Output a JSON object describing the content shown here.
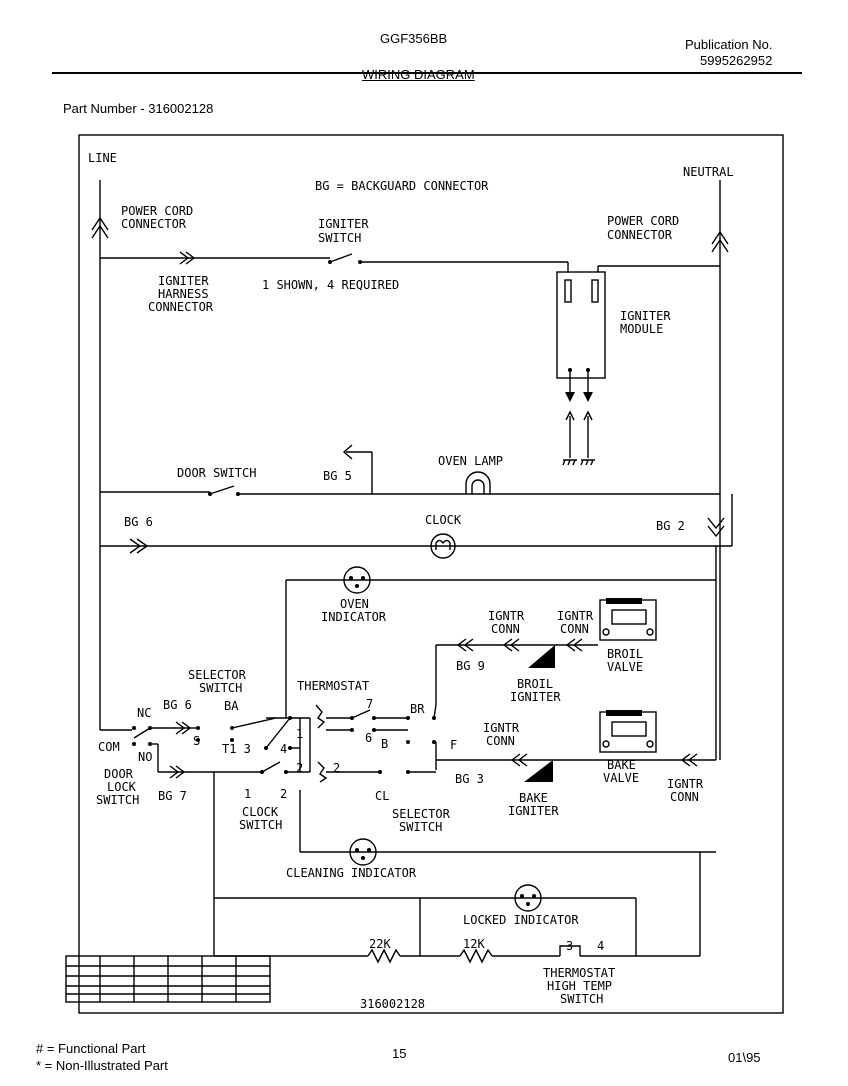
{
  "header": {
    "model": "GGF356BB",
    "publication_label": "Publication No.",
    "publication_number": "5995262952",
    "title": "WIRING DIAGRAM",
    "part_number": "Part Number - 316002128"
  },
  "diagram": {
    "line": "LINE",
    "neutral": "NEUTRAL",
    "bg_note": "BG = BACKGUARD CONNECTOR",
    "power_cord_connector_left": [
      "POWER CORD",
      "CONNECTOR"
    ],
    "power_cord_connector_right": [
      "POWER CORD",
      "CONNECTOR"
    ],
    "igniter_switch": [
      "IGNITER",
      "SWITCH"
    ],
    "igniter_harness_connector": [
      "IGNITER",
      "HARNESS",
      "CONNECTOR"
    ],
    "shown_required": "1 SHOWN, 4 REQUIRED",
    "igniter_module": [
      "IGNITER",
      "MODULE"
    ],
    "door_switch": "DOOR SWITCH",
    "bg5": "BG 5",
    "oven_lamp": "OVEN LAMP",
    "bg6_top": "BG 6",
    "clock": "CLOCK",
    "bg2": "BG 2",
    "oven_indicator": [
      "OVEN",
      "INDICATOR"
    ],
    "igntr_conn_a": [
      "IGNTR",
      "CONN"
    ],
    "igntr_conn_b": [
      "IGNTR",
      "CONN"
    ],
    "bg9": "BG 9",
    "broil_igniter": [
      "BROIL",
      "IGNITER"
    ],
    "broil_valve": [
      "BROIL",
      "VALVE"
    ],
    "selector_switch_top": [
      "SELECTOR",
      "SWITCH"
    ],
    "thermostat": "THERMOSTAT",
    "nc": "NC",
    "bg6_mid": "BG 6",
    "ba": "BA",
    "br": "BR",
    "num_7": "7",
    "num_6": "6",
    "letter_b": "B",
    "com": "COM",
    "letter_s": "S",
    "t13": "T1 3",
    "num_4": "4",
    "num_1a": "1",
    "num_2a": "2",
    "num_2b": "2",
    "no": "NO",
    "f": "F",
    "igntr_conn_c": [
      "IGNTR",
      "CONN"
    ],
    "bg3": "BG 3",
    "bake_valve": [
      "BAKE",
      "VALVE"
    ],
    "igntr_conn_d": [
      "IGNTR",
      "CONN"
    ],
    "door_lock_switch": [
      "DOOR",
      "LOCK",
      "SWITCH"
    ],
    "bg7": "BG 7",
    "clock_switch_nums": [
      "1",
      "2"
    ],
    "clock_switch": [
      "CLOCK",
      "SWITCH"
    ],
    "cl": "CL",
    "selector_switch_bottom": [
      "SELECTOR",
      "SWITCH"
    ],
    "bake_igniter": [
      "BAKE",
      "IGNITER"
    ],
    "cleaning_indicator": "CLEANING INDICATOR",
    "locked_indicator": "LOCKED INDICATOR",
    "r22k": "22K",
    "r12k": "12K",
    "hts_nums": [
      "3",
      "4"
    ],
    "thermostat_high_temp": [
      "THERMOSTAT",
      "HIGH TEMP",
      "SWITCH"
    ],
    "drawing_number": "316002128"
  },
  "footer": {
    "functional": "# = Functional Part",
    "non_illustrated": "* = Non-Illustrated Part",
    "page": "15",
    "date": "01\\95"
  }
}
